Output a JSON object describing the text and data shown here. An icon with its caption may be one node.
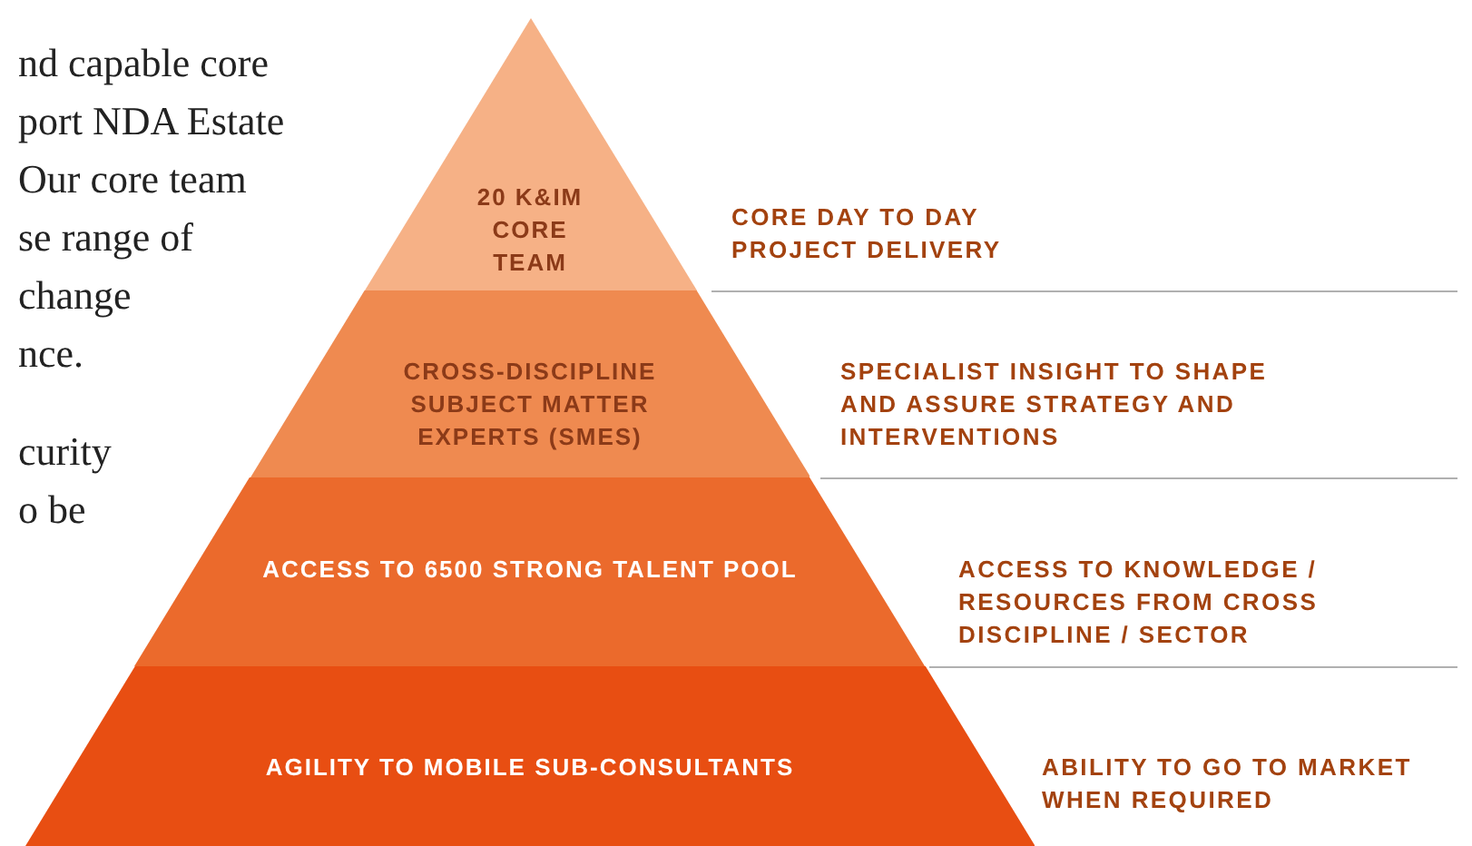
{
  "diagram": {
    "nodes": [
      {
        "text": [
          "20 K&IM CORE TEAM"
        ],
        "beside": [
          "CORE DAY TO DAY PROJECT DELIVERY"
        ]
      },
      {
        "text": [
          "CROSS-DISCIPLINE SUBJECT MATTER EXPERTS (SMES)"
        ],
        "beside": [
          "SPECIALIST INSIGHT TO SHAPE AND ASSURE STRATEGY AND INTERVENTIONS"
        ]
      },
      {
        "text": [
          "ACCESS TO 6500 STRONG TALENT POOL"
        ],
        "beside": [
          "ACCESS TO KNOWLEDGE / RESOURCES FROM CROSS DISCIPLINE / SECTOR"
        ]
      },
      {
        "text": [
          "AGILITY TO MOBILE SUB-CONSULTANTS"
        ],
        "beside": [
          "ABILITY TO GO TO MARKET WHEN REQUIRED"
        ]
      }
    ],
    "edges": [],
    "labels": [
      "nd capable core",
      "port NDA Estate",
      "Our core team",
      "se range of",
      "change",
      "nce.",
      "curity",
      "o be"
    ]
  }
}
